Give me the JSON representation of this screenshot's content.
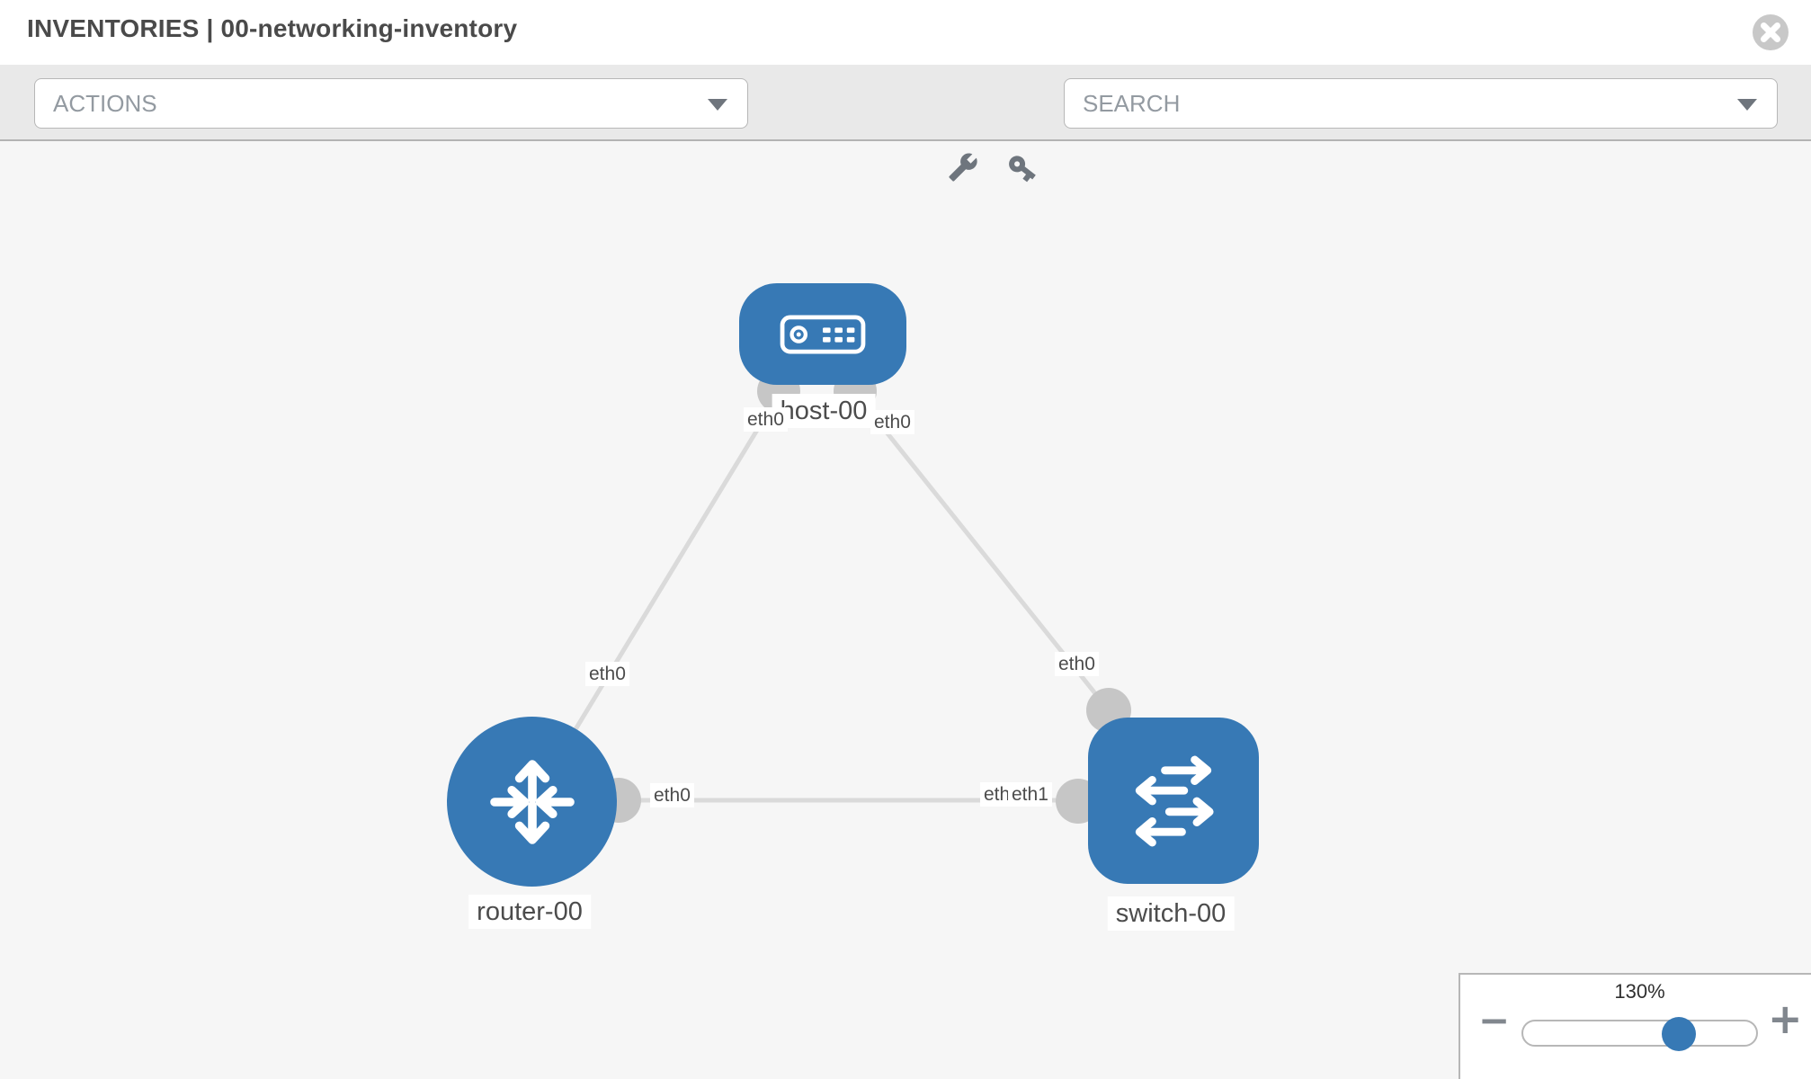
{
  "header": {
    "title": "INVENTORIES | 00-networking-inventory"
  },
  "toolbar": {
    "actions_label": "ACTIONS",
    "search_label": "SEARCH",
    "icons": [
      "wrench",
      "key"
    ]
  },
  "topology": {
    "nodes": [
      {
        "label": "host-00",
        "type": "host"
      },
      {
        "label": "router-00",
        "type": "router"
      },
      {
        "label": "switch-00",
        "type": "switch"
      }
    ],
    "links": [
      {
        "from": "router-00",
        "to": "host-00",
        "from_interface": "eth0",
        "to_interface": "eth0"
      },
      {
        "from": "host-00",
        "to": "switch-00",
        "from_interface": "eth0",
        "to_interface": "eth0"
      },
      {
        "from": "router-00",
        "to": "switch-00",
        "from_interface": "eth0",
        "to_interface": "eth1"
      }
    ],
    "switch_overlapping_labels": [
      "eth0",
      "eth1"
    ]
  },
  "zoom_control": {
    "level": "130%",
    "percent": 130,
    "minus_label": "−",
    "plus_label": "+"
  },
  "colors": {
    "node_blue": "#3779b5",
    "link_gray": "#dadada",
    "dot_gray": "#c6c6c6",
    "toolbar_bg": "#e9e9e9",
    "canvas_bg": "#f6f6f6"
  }
}
